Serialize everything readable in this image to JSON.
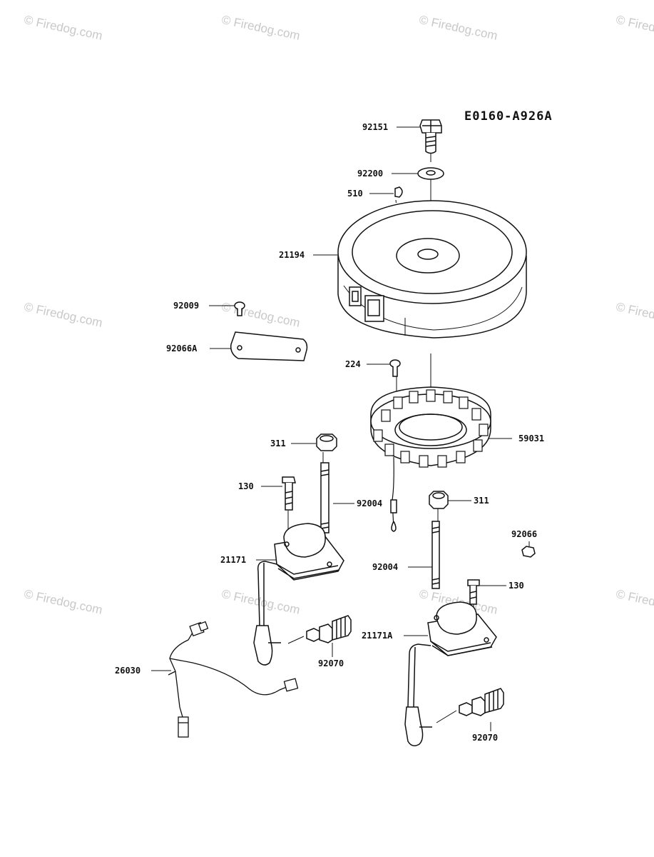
{
  "diagram_code": "E0160-A926A",
  "watermark": "© Firedog.com",
  "parts": {
    "p92151": "92151",
    "p92200": "92200",
    "p510": "510",
    "p21194": "21194",
    "p92009": "92009",
    "p92066A": "92066A",
    "p224": "224",
    "p59031": "59031",
    "p311a": "311",
    "p311b": "311",
    "p130a": "130",
    "p130b": "130",
    "p92004a": "92004",
    "p92004b": "92004",
    "p92066": "92066",
    "p21171": "21171",
    "p21171A": "21171A",
    "p92070a": "92070",
    "p92070b": "92070",
    "p26030": "26030"
  }
}
